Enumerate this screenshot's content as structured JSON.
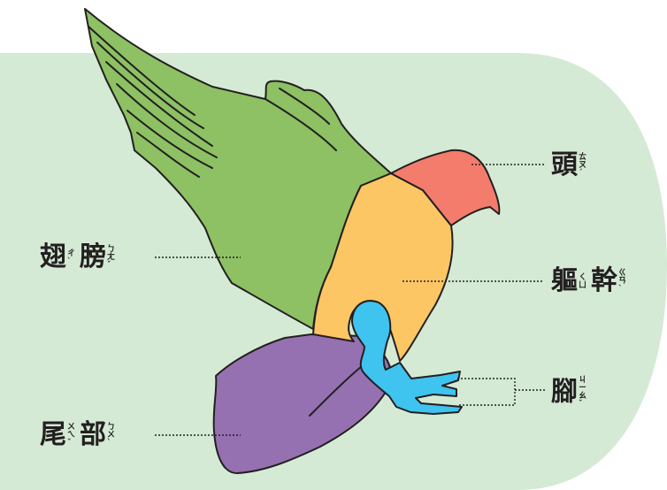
{
  "labels": {
    "wing": {
      "chars": [
        "翅",
        "膀"
      ],
      "zhuyin": [
        "ㄔˋ",
        "ㄅㄤˇ"
      ]
    },
    "head": {
      "chars": [
        "頭"
      ],
      "zhuyin": [
        "ㄊㄡˊ"
      ]
    },
    "torso": {
      "chars": [
        "軀",
        "幹"
      ],
      "zhuyin": [
        "ㄑㄩ",
        "ㄍㄢˋ"
      ]
    },
    "feet": {
      "chars": [
        "腳"
      ],
      "zhuyin": [
        "ㄐㄧㄠˇ"
      ]
    },
    "tail": {
      "chars": [
        "尾",
        "部"
      ],
      "zhuyin": [
        "ㄨㄟˇ",
        "ㄅㄨˋ"
      ]
    }
  },
  "colors": {
    "background": "#d4ead5",
    "wing": "#8dc163",
    "head": "#f47c6c",
    "torso": "#fdc664",
    "feet": "#3ec4ef",
    "tail": "#9671b1",
    "outline": "#231f20"
  }
}
